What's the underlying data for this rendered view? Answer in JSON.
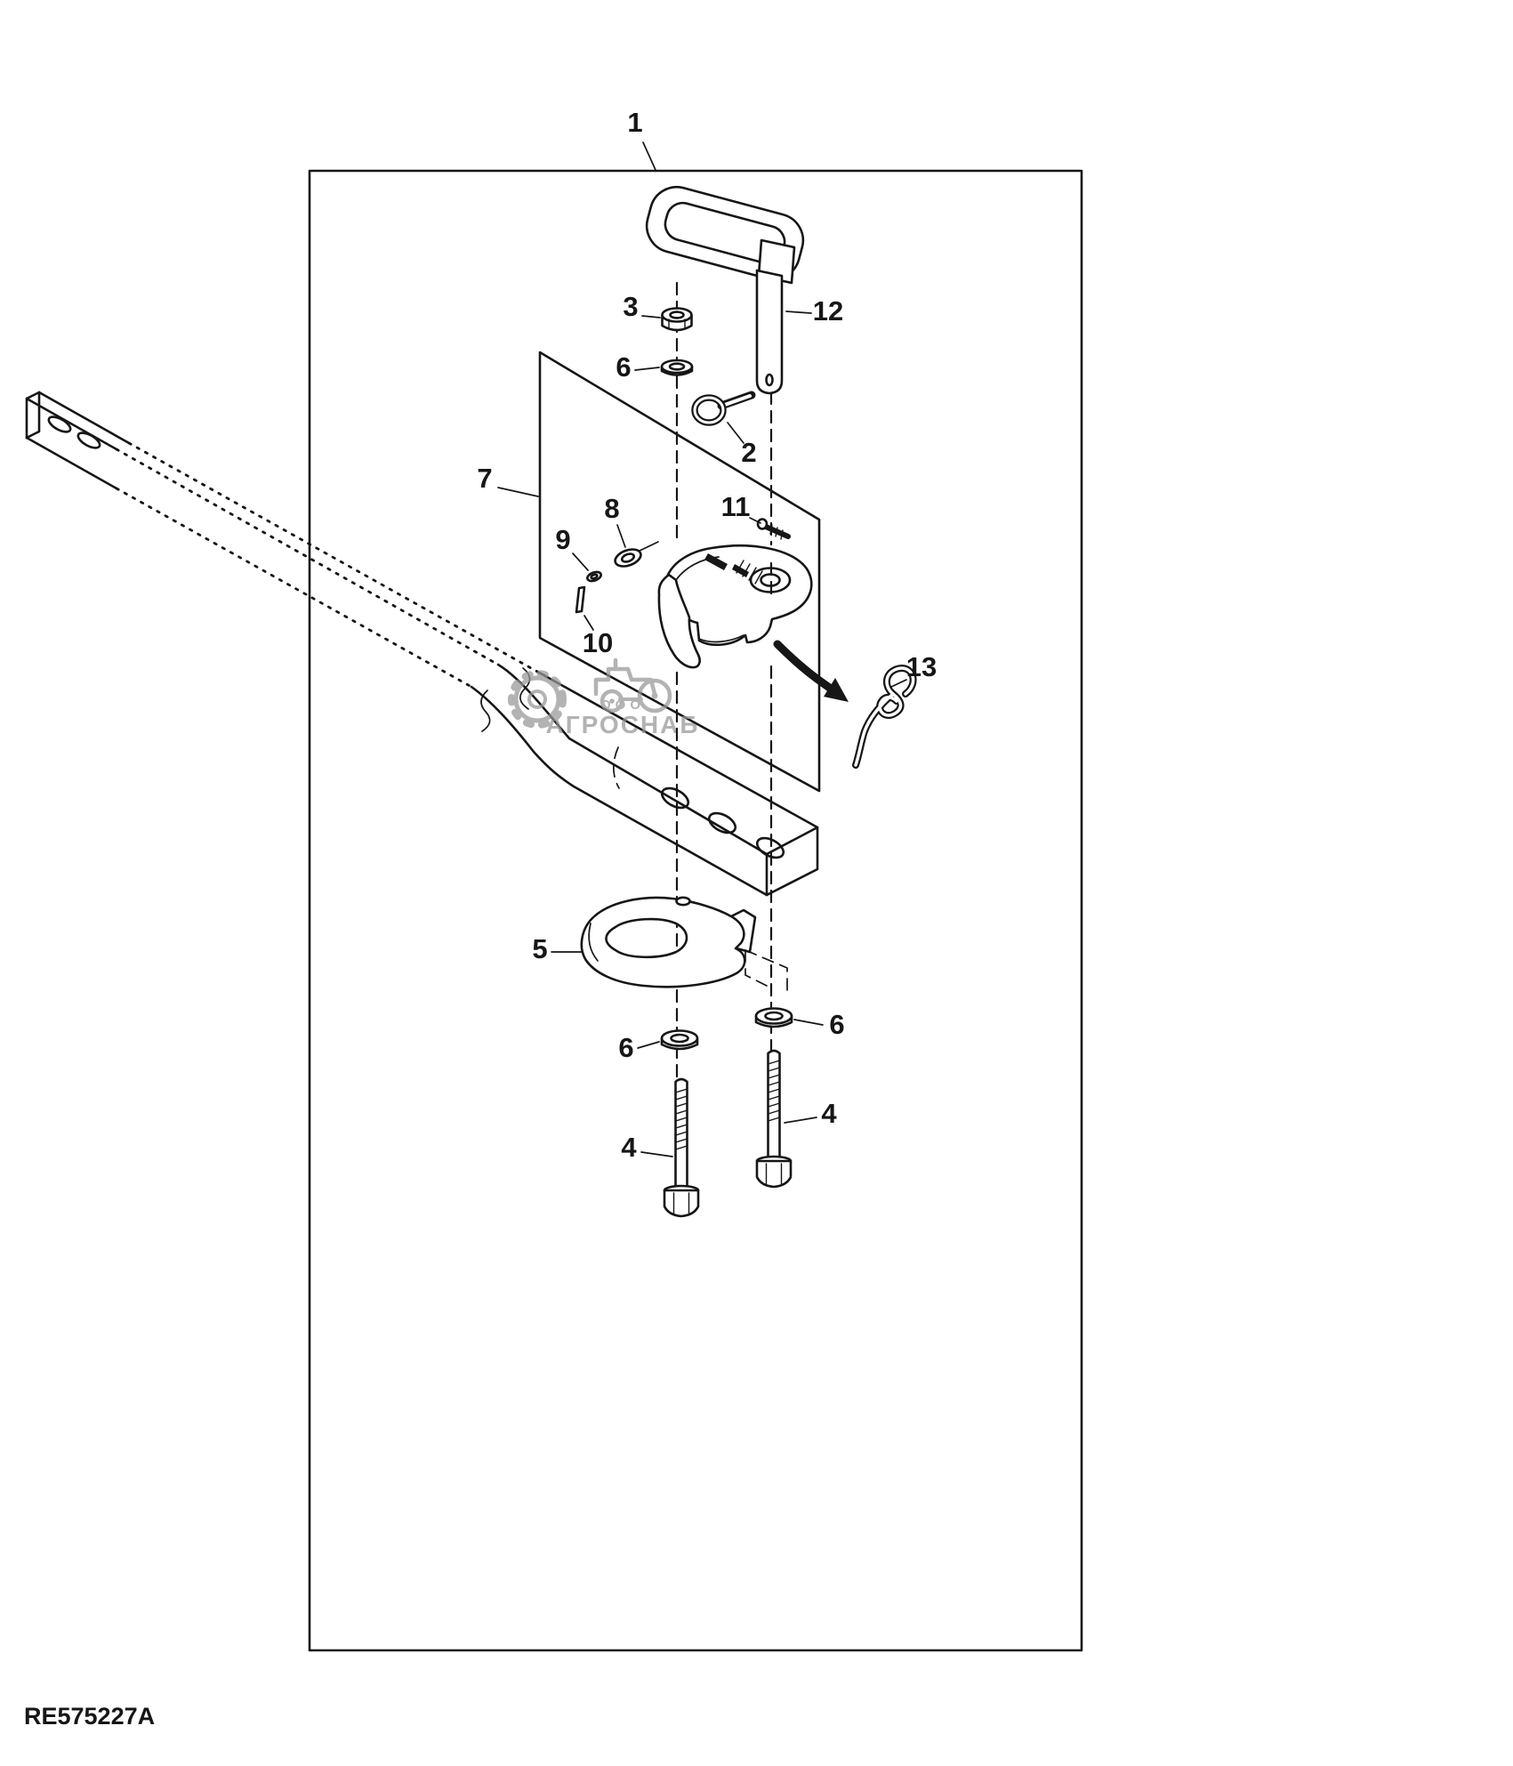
{
  "figure": {
    "code": "RE575227A",
    "description": "exploded-parts-diagram"
  },
  "watermark": {
    "org": "ООО",
    "name": "АГРОСНАБ"
  },
  "callouts": {
    "c1": "1",
    "c2": "2",
    "c3": "3",
    "c4a": "4",
    "c4b": "4",
    "c5": "5",
    "c6a": "6",
    "c6b": "6",
    "c6c": "6",
    "c7": "7",
    "c8": "8",
    "c9": "9",
    "c10": "10",
    "c11": "11",
    "c12": "12",
    "c13": "13"
  },
  "colors": {
    "line": "#161616",
    "watermark": "#969696",
    "background": "#ffffff"
  }
}
